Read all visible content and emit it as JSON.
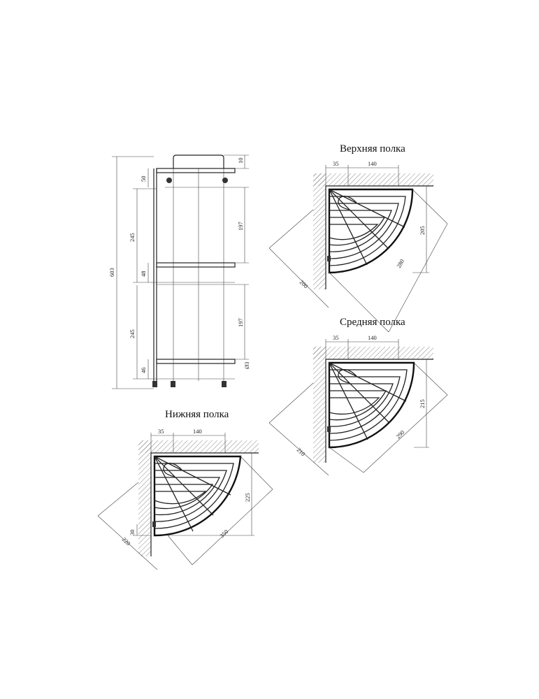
{
  "titles": {
    "top_shelf": "Верхняя полка",
    "middle_shelf": "Средняя полка",
    "bottom_shelf": "Нижняя полка"
  },
  "front_view": {
    "total_height": "603",
    "top_gap": "10",
    "top_offset": "50",
    "upper_span": "245",
    "upper_inner": "197",
    "middle_offset": "48",
    "lower_span": "245",
    "lower_inner": "197",
    "bottom_offset": "46",
    "rod_diameter": "Ø3"
  },
  "top_shelf": {
    "a": "35",
    "b": "140",
    "depth": "205",
    "diag": "280",
    "width": "200"
  },
  "middle_shelf": {
    "a": "35",
    "b": "140",
    "depth": "215",
    "diag": "290",
    "width": "210"
  },
  "bottom_shelf": {
    "a": "35",
    "b": "140",
    "depth": "225",
    "diag": "350",
    "width": "220",
    "offset": "30"
  }
}
